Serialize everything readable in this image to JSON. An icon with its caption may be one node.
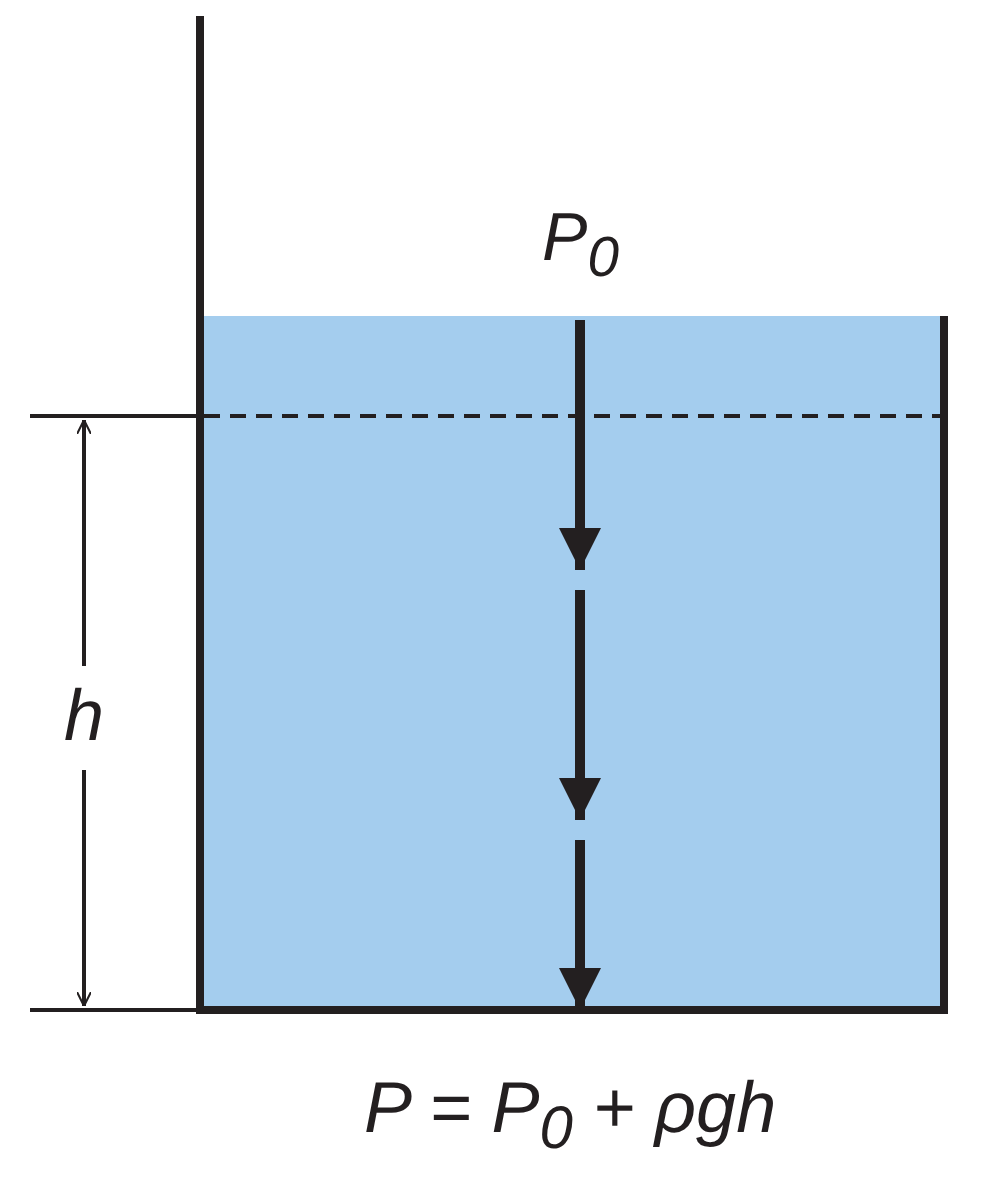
{
  "diagram": {
    "labels": [
      "P$_{0}$",
      "h",
      "P = P$_{0}$ + ρgh"
    ]
  }
}
